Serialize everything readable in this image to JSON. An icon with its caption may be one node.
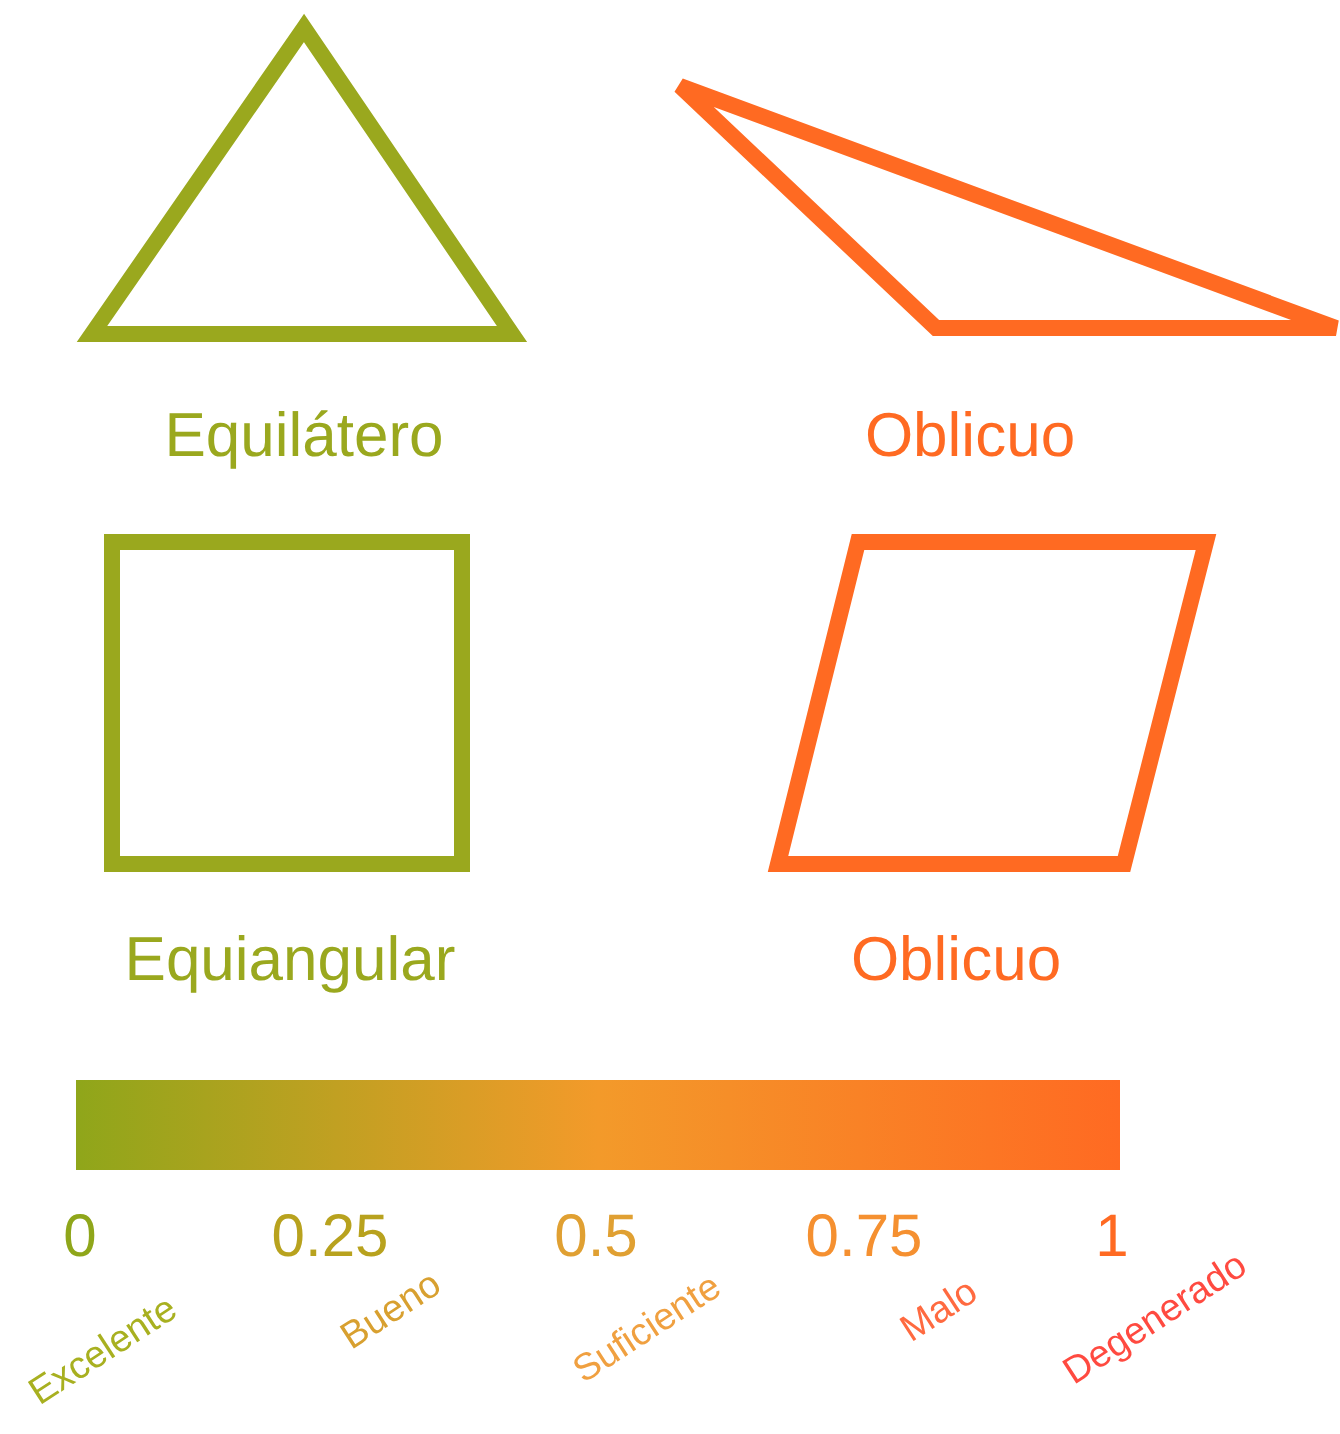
{
  "diagram": {
    "nodes": [
      {
        "text": [],
        "shape": "triangle",
        "beside": [
          "Equilátero"
        ]
      },
      {
        "text": [],
        "shape": "triangle",
        "beside": [
          "Oblicuo"
        ]
      },
      {
        "text": [],
        "shape": "box",
        "beside": [
          "Equiangular"
        ]
      },
      {
        "text": [],
        "shape": "parallelogram",
        "beside": [
          "Oblicuo"
        ]
      },
      {
        "text": [],
        "shape": "bar"
      }
    ],
    "labels": [
      "0",
      "0.25",
      "0.5",
      "0.75",
      "1",
      "Excelente",
      "Bueno",
      "Suficiente",
      "Malo",
      "Degenerado"
    ]
  }
}
